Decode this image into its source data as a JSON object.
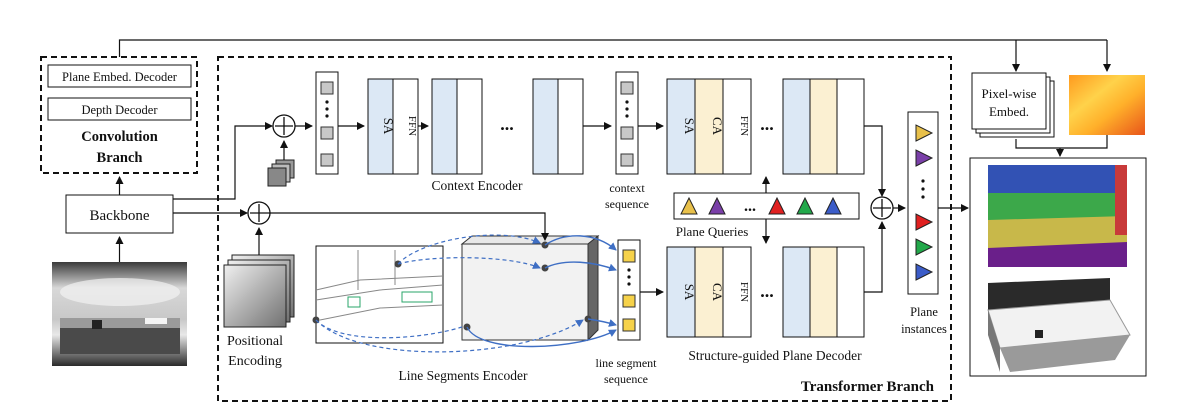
{
  "convolution_branch": {
    "plane_embed_decoder": "Plane Embed. Decoder",
    "depth_decoder": "Depth Decoder",
    "title_line1": "Convolution",
    "title_line2": "Branch"
  },
  "backbone": "Backbone",
  "positional_encoding": {
    "line1": "Positional",
    "line2": "Encoding"
  },
  "context_encoder": {
    "sa": "SA",
    "ffn": "FFN",
    "label": "Context Encoder",
    "ellipsis": "..."
  },
  "context_sequence": {
    "line1": "context",
    "line2": "sequence"
  },
  "line_segments_encoder": {
    "label": "Line Segments Encoder"
  },
  "line_segment_sequence": {
    "line1": "line segment",
    "line2": "sequence"
  },
  "plane_decoder": {
    "sa": "SA",
    "ca": "CA",
    "ffn": "FFN",
    "label": "Structure-guided Plane Decoder",
    "ellipsis": "..."
  },
  "plane_queries": {
    "label": "Plane Queries",
    "ellipsis": "...",
    "colors": [
      "#e8c04a",
      "#7a3fa8",
      "#e02020",
      "#22a84a",
      "#3b5cc8"
    ]
  },
  "plane_instances": {
    "line1": "Plane",
    "line2": "instances",
    "colors": [
      "#e8c04a",
      "#7a3fa8",
      "#e02020",
      "#22a84a",
      "#3b5cc8"
    ]
  },
  "pixel_wise_embed": {
    "line1": "Pixel-wise",
    "line2": "Embed."
  },
  "transformer_branch": "Transformer Branch",
  "palette": {
    "blue_block": "#dce8f5",
    "yellow_block": "#fbf0d2",
    "token_gray": "#c8c8c8",
    "token_yellow": "#f6d24a",
    "arrow_blue": "#3f6fc4"
  }
}
